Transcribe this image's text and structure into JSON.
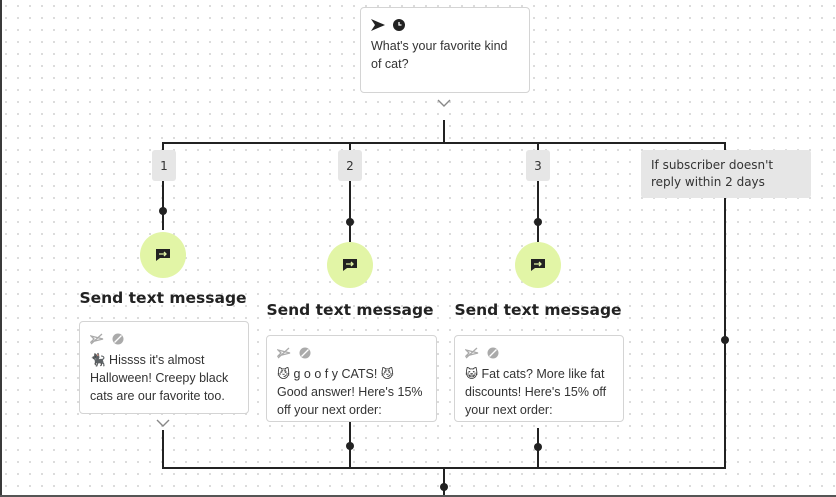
{
  "trigger": {
    "question": "What's your favorite kind of cat?",
    "icons": [
      "send-icon",
      "clock-icon"
    ]
  },
  "branches": [
    {
      "label": "1",
      "action_title": "Send text message",
      "message": "🐈‍⬛ Hissss it's almost Halloween! Creepy black cats are our favorite too.",
      "icons": [
        "smart-sending-off-icon",
        "skip-icon"
      ]
    },
    {
      "label": "2",
      "action_title": "Send text message",
      "message": "😼 g o o f y CATS! 😼 Good answer! Here's 15% off your next order:",
      "icons": [
        "smart-sending-off-icon",
        "skip-icon"
      ]
    },
    {
      "label": "3",
      "action_title": "Send text message",
      "message": "😺 Fat cats? More like fat discounts! Here's 15% off your next order:",
      "icons": [
        "smart-sending-off-icon",
        "skip-icon"
      ]
    },
    {
      "label": "If subscriber doesn't reply within 2 days"
    }
  ],
  "colors": {
    "action_circle": "#e2f5a6",
    "line": "#222222",
    "badge": "#e6e6e6"
  }
}
